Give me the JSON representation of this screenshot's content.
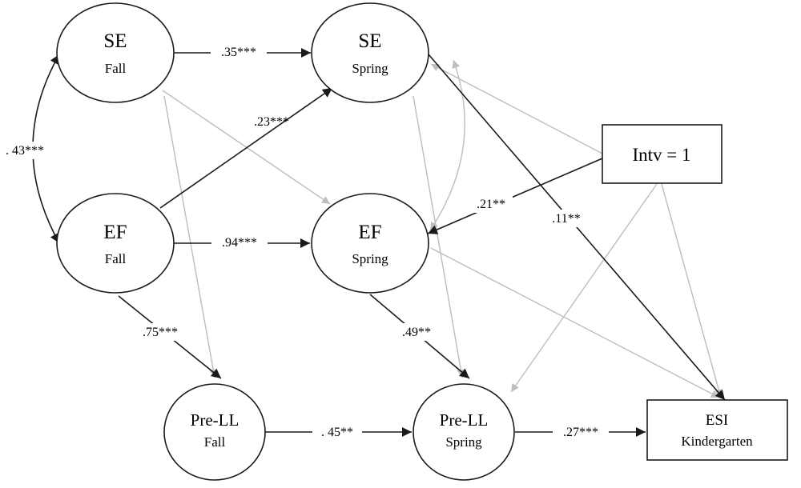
{
  "colors": {
    "significant_path": "#1a1a1a",
    "nonsignificant_path": "#bdbdbd",
    "node_stroke": "#1a1a1a",
    "background": "#ffffff"
  },
  "nodes": {
    "se_fall": {
      "label": "SE",
      "sublabel": "Fall"
    },
    "se_spring": {
      "label": "SE",
      "sublabel": "Spring"
    },
    "ef_fall": {
      "label": "EF",
      "sublabel": "Fall"
    },
    "ef_spring": {
      "label": "EF",
      "sublabel": "Spring"
    },
    "prell_fall": {
      "label": "Pre-LL",
      "sublabel": "Fall"
    },
    "prell_spring": {
      "label": "Pre-LL",
      "sublabel": "Spring"
    },
    "intv": {
      "label": "Intv = 1"
    },
    "esi": {
      "label": "ESI",
      "sublabel": "Kindergarten"
    }
  },
  "paths": {
    "se_fall_to_se_spring": {
      "coefficient": ".35***",
      "significant": true
    },
    "ef_fall_to_se_spring": {
      "coefficient": ".23***",
      "significant": true
    },
    "se_fall_ef_fall_covariance": {
      "coefficient": ". 43***",
      "significant": true
    },
    "ef_fall_to_ef_spring": {
      "coefficient": ".94***",
      "significant": true
    },
    "intv_to_ef_spring": {
      "coefficient": ".21**",
      "significant": true
    },
    "se_spring_to_esi": {
      "coefficient": ".11**",
      "significant": true
    },
    "ef_fall_to_prell_fall": {
      "coefficient": ".75***",
      "significant": true
    },
    "ef_spring_to_prell_spring": {
      "coefficient": ".49**",
      "significant": true
    },
    "prell_fall_to_prell_spring": {
      "coefficient": ". 45**",
      "significant": true
    },
    "prell_spring_to_esi": {
      "coefficient": ".27***",
      "significant": true
    },
    "se_fall_to_ef_spring": {
      "significant": false
    },
    "se_fall_to_prell_fall": {
      "significant": false
    },
    "se_spring_to_prell_spring": {
      "significant": false
    },
    "se_spring_ef_spring_covariance": {
      "significant": false
    },
    "intv_to_se_spring": {
      "significant": false
    },
    "intv_to_prell_spring": {
      "significant": false
    },
    "intv_to_esi": {
      "significant": false
    },
    "ef_spring_to_esi": {
      "significant": false
    }
  }
}
